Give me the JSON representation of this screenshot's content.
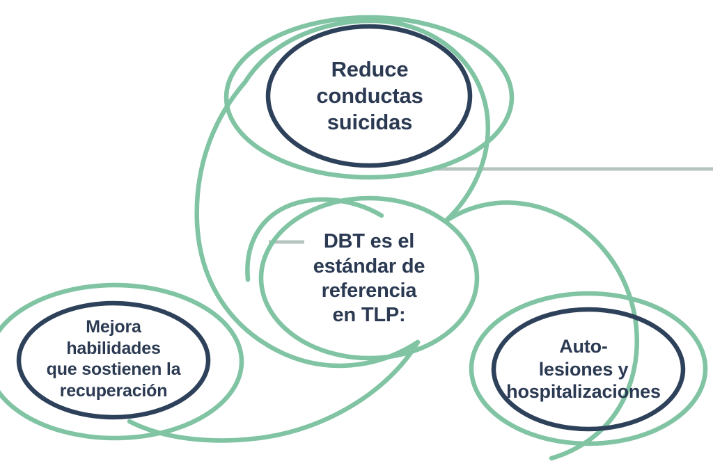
{
  "diagram": {
    "type": "spiral-venn-concept-map",
    "background_color": "#ffffff",
    "palette": {
      "green_accent": "#80c4a4",
      "navy_outline": "#2e415a",
      "text_navy": "#2b3a52",
      "faint_gray_line": "#b5c4be"
    },
    "nodes": [
      {
        "id": "top",
        "name": "reduce-conductas-suicidas",
        "text": "Reduce\nconductas\nsuicidas",
        "ring_color": "#2e415a",
        "halo_color": "#80c4a4"
      },
      {
        "id": "center",
        "name": "dbt-estandar-referencia",
        "text": "DBT es el\nestándar de\nreferencia\nen TLP:",
        "ring_color": "#80c4a4",
        "halo_color": "#80c4a4"
      },
      {
        "id": "bottom-left",
        "name": "mejora-habilidades-recuperacion",
        "text": "Mejora\nhabilidades\nque sostienen la\nrecuperación",
        "ring_color": "#2e415a",
        "halo_color": "#80c4a4"
      },
      {
        "id": "bottom-right",
        "name": "auto-lesiones-hospitalizaciones",
        "text": "Auto-\nlesiones y\nhospitalizaciones",
        "ring_color": "#2e415a",
        "halo_color": "#80c4a4"
      }
    ]
  }
}
